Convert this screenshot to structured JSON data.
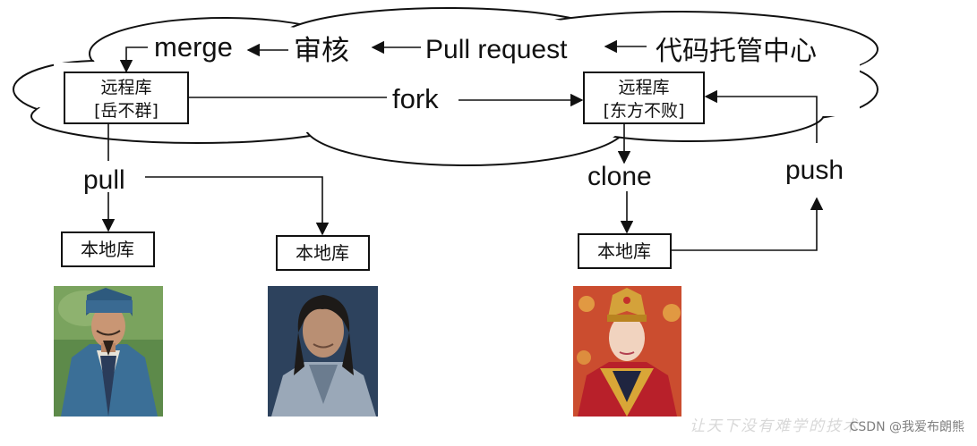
{
  "cloud": {
    "title": "代码托管中心",
    "pull_request": "Pull request",
    "review": "审核",
    "merge": "merge",
    "fork": "fork"
  },
  "repos": {
    "left_remote": {
      "title": "远程库",
      "owner": "[岳不群]",
      "owner_color": "#1a5fa8"
    },
    "right_remote": {
      "title": "远程库",
      "owner": "[东方不败]",
      "owner_color": "#c0392b"
    }
  },
  "actions": {
    "pull": "pull",
    "clone": "clone",
    "push": "push"
  },
  "local_repos": {
    "local_1": "本地库",
    "local_2": "本地库",
    "local_3": "本地库"
  },
  "watermark": {
    "site": "CSDN @我爱布朗熊",
    "faint": "让天下没有难学的技术"
  }
}
